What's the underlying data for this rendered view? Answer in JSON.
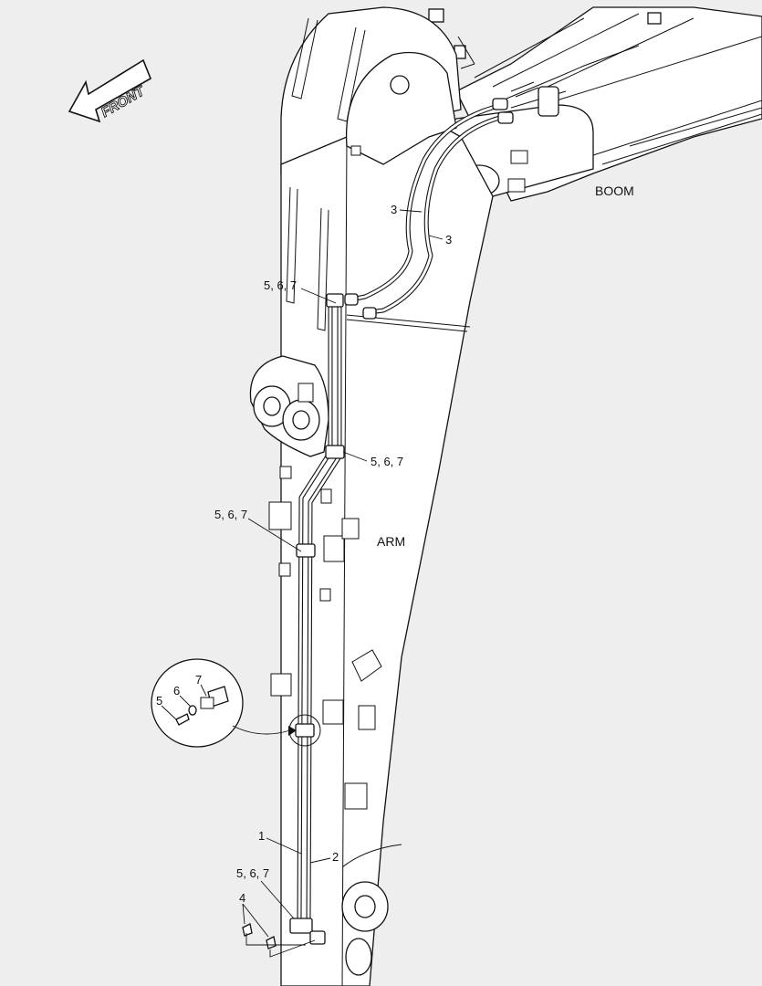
{
  "orientation": {
    "front_label": "FRONT"
  },
  "assembly_labels": {
    "boom": "BOOM",
    "arm": "ARM"
  },
  "callouts": {
    "hose_upper_a": "3",
    "hose_upper_b": "3",
    "clamp_top": "5, 6, 7",
    "clamp_mid_right": "5, 6, 7",
    "clamp_mid_left": "5, 6, 7",
    "clamp_bottom": "5, 6, 7",
    "pipe_1": "1",
    "pipe_2": "2",
    "fitting_4": "4"
  },
  "detail_view": {
    "bolt": "5",
    "washer": "6",
    "clamp": "7"
  },
  "colors": {
    "background": "#eeeeee",
    "line": "#111111",
    "fill": "#ffffff"
  }
}
